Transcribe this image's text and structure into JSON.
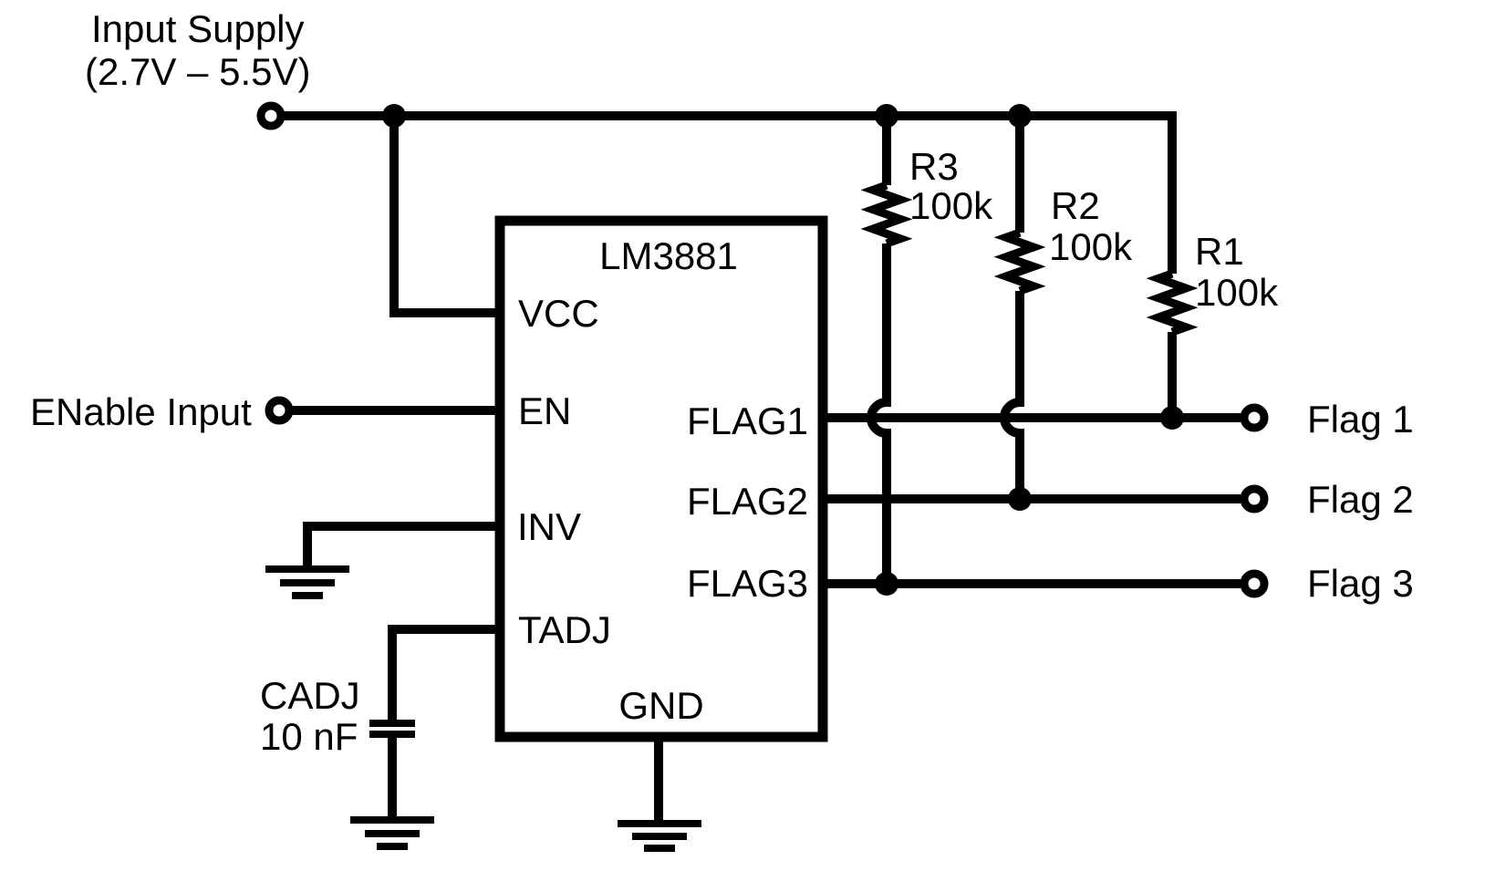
{
  "schematic": {
    "supply": {
      "label_line1": "Input Supply",
      "label_line2": "(2.7V – 5.5V)"
    },
    "enable": {
      "label": "ENable Input"
    },
    "ic": {
      "part": "LM3881",
      "pins": {
        "vcc": "VCC",
        "en": "EN",
        "inv": "INV",
        "tadj": "TADJ",
        "flag1": "FLAG1",
        "flag2": "FLAG2",
        "flag3": "FLAG3",
        "gnd": "GND"
      }
    },
    "resistors": {
      "r3": {
        "ref": "R3",
        "value": "100k"
      },
      "r2": {
        "ref": "R2",
        "value": "100k"
      },
      "r1": {
        "ref": "R1",
        "value": "100k"
      }
    },
    "capacitor": {
      "ref": "CADJ",
      "value": "10 nF"
    },
    "outputs": {
      "flag1": "Flag 1",
      "flag2": "Flag 2",
      "flag3": "Flag 3"
    },
    "colors": {
      "ink": "#000000",
      "paper": "#ffffff"
    }
  }
}
